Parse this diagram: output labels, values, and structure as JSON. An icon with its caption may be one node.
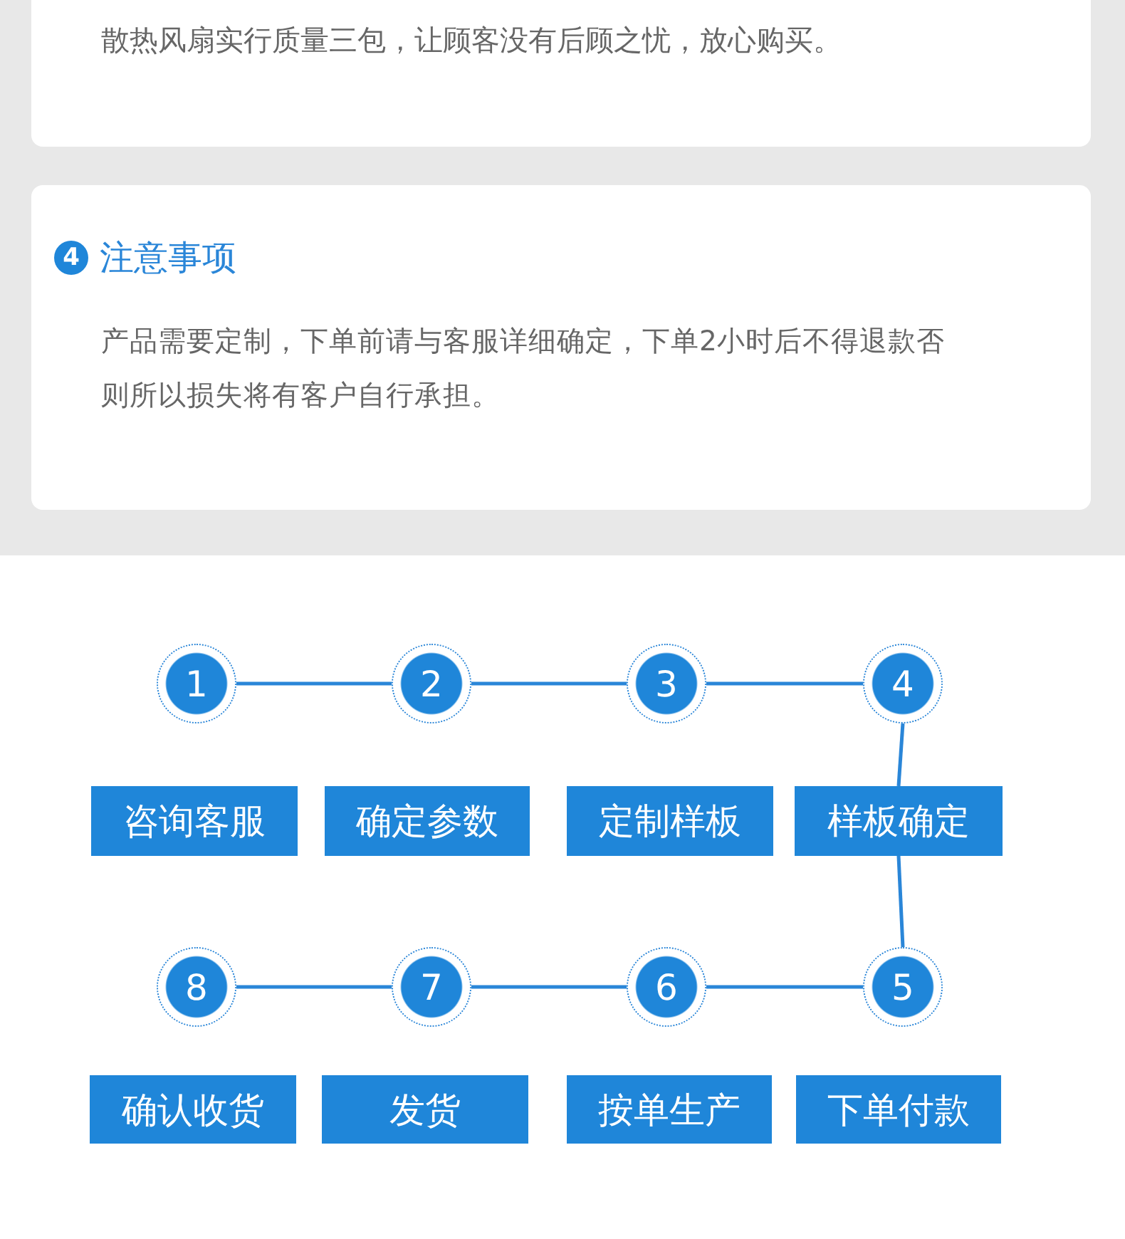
{
  "diagram": {
    "nodes": [
      {
        "text": [
          "散热风扇实行质量三包，让顾客没有后顾之忧，放心购买。"
        ]
      },
      {
        "text": [
          "注意事项",
          "产品需要定制，下单前请与客服详细确定，下单2小时后不得退款否则所以损失将有客户自行承担。"
        ]
      },
      {
        "text": [
          "4"
        ],
        "in": 1
      },
      {
        "text": [
          "1"
        ]
      },
      {
        "text": [
          "2"
        ]
      },
      {
        "text": [
          "3"
        ]
      },
      {
        "text": [
          "4"
        ]
      },
      {
        "text": [
          "咨询客服"
        ]
      },
      {
        "text": [
          "确定参数"
        ]
      },
      {
        "text": [
          "定制样板"
        ]
      },
      {
        "text": [
          "样板确定"
        ]
      },
      {
        "text": [
          "8"
        ]
      },
      {
        "text": [
          "7"
        ]
      },
      {
        "text": [
          "6"
        ]
      },
      {
        "text": [
          "5"
        ]
      },
      {
        "text": [
          "确认收货"
        ]
      },
      {
        "text": [
          "发货"
        ]
      },
      {
        "text": [
          "按单生产"
        ]
      },
      {
        "text": [
          "下单付款"
        ]
      }
    ],
    "edges": [
      {
        "from": 3,
        "to": 4,
        "arrow": "none"
      },
      {
        "from": 4,
        "to": 5,
        "arrow": "none"
      },
      {
        "from": 5,
        "to": 6,
        "arrow": "none"
      },
      {
        "from": 6,
        "to": 10,
        "arrow": "none"
      },
      {
        "from": 10,
        "to": 14,
        "arrow": "none"
      },
      {
        "from": 14,
        "to": 13,
        "arrow": "none"
      },
      {
        "from": 13,
        "to": 12,
        "arrow": "none"
      },
      {
        "from": 12,
        "to": 11,
        "arrow": "none"
      }
    ]
  }
}
